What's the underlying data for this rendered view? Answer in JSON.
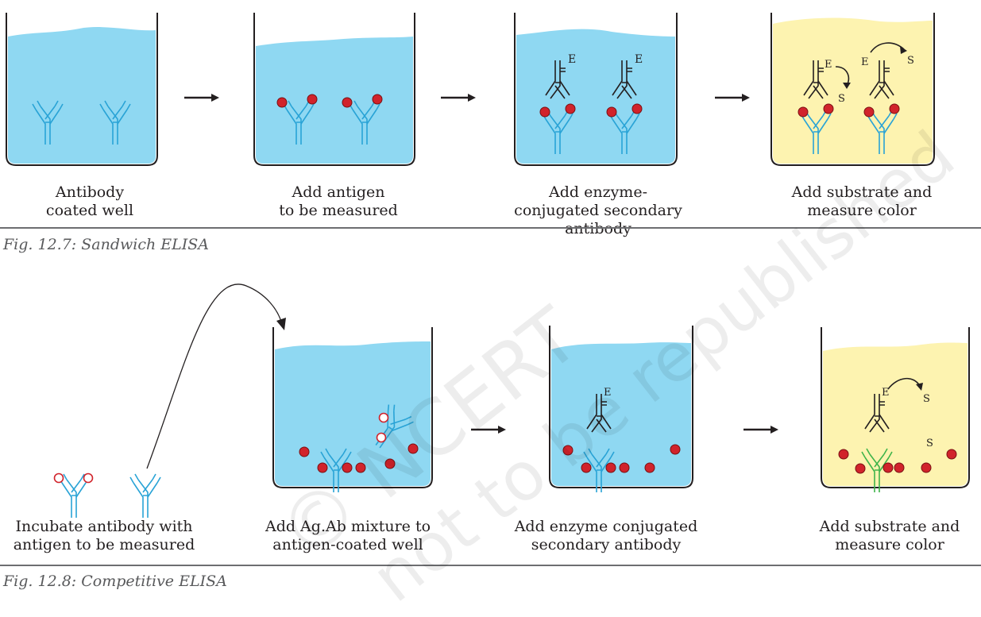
{
  "colors": {
    "liquid_blue": "#8fd8f2",
    "liquid_yellow": "#fdf3b0",
    "antibody_blue": "#29a3d6",
    "antibody_green": "#3fb44a",
    "antigen_red": "#d1232b",
    "enzyme_black": "#231f20"
  },
  "figure_1": {
    "caption": "Fig. 12.7: Sandwich ELISA",
    "steps": [
      {
        "lines": [
          "Antibody",
          "coated well"
        ]
      },
      {
        "lines": [
          "Add antigen",
          "to be measured"
        ]
      },
      {
        "lines": [
          "Add enzyme-",
          "conjugated secondary",
          "antibody"
        ]
      },
      {
        "lines": [
          "Add substrate and",
          "measure color"
        ]
      }
    ]
  },
  "figure_2": {
    "caption": "Fig. 12.8: Competitive ELISA",
    "steps": [
      {
        "lines": [
          "Incubate antibody with",
          "antigen to be measured"
        ]
      },
      {
        "lines": [
          "Add Ag.Ab mixture to",
          "antigen-coated well"
        ]
      },
      {
        "lines": [
          "Add enzyme conjugated",
          "secondary antibody"
        ]
      },
      {
        "lines": [
          "Add substrate and",
          "measure color"
        ]
      }
    ]
  },
  "labels": {
    "enzyme": "E",
    "substrate": "S"
  },
  "watermark": {
    "line1": "© NCERT",
    "line2": "not to be republished"
  }
}
